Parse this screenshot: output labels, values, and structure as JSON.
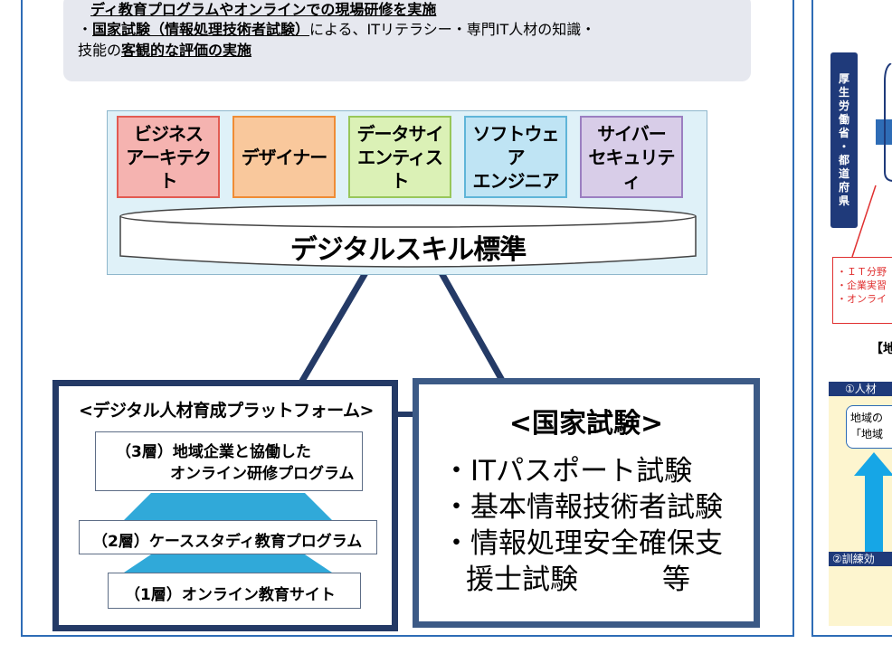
{
  "summary": {
    "line1": "ディ教育プログラムやオンラインでの現場研修を実施",
    "line2_bullet": "・",
    "line2_link": "国家試験（情報処理技術者試験）",
    "line2_rest": "による、ITリテラシー・専門IT人材の知識・",
    "line3_prefix": "技能の",
    "line3_bold": "客観的な評価の実施"
  },
  "skills": {
    "roles": [
      {
        "line1": "ビジネス",
        "line2": "アーキテクト",
        "fill": "#f5b3b0",
        "border": "#e25b52"
      },
      {
        "line1": "デザイナー",
        "line2": "",
        "fill": "#f9c89c",
        "border": "#ef8c35"
      },
      {
        "line1": "データサイ",
        "line2": "エンティスト",
        "fill": "#dbf1b6",
        "border": "#98c75a"
      },
      {
        "line1": "ソフトウェア",
        "line2": "エンジニア",
        "fill": "#bfe4f4",
        "border": "#5fb5d8"
      },
      {
        "line1": "サイバー",
        "line2": "セキュリティ",
        "fill": "#d8cde8",
        "border": "#9b7fc1"
      }
    ],
    "standard_label": "デジタルスキル標準"
  },
  "platform": {
    "title": "<デジタル人材育成プラットフォーム>",
    "layer3_line1": "（3層）地域企業と協働した",
    "layer3_line2": "オンライン研修プログラム",
    "layer2": "（2層）ケーススタディ教育プログラム",
    "layer1": "（1層）オンライン教育サイト"
  },
  "exam": {
    "title": "<国家試験>",
    "items": [
      "・ITパスポート試験",
      "・基本情報技術者試験",
      "・情報処理安全確保支",
      "援士試験　　　等"
    ]
  },
  "right_panel": {
    "vertical_tab": [
      "厚",
      "生",
      "労",
      "働",
      "省",
      "・",
      "都",
      "道",
      "府",
      "県"
    ],
    "red_lines": [
      "・ＩＴ分野",
      "・企業実習",
      "・オンライ"
    ],
    "chi_label": "【地",
    "bar1": "①人材",
    "region_line1": "地域の",
    "region_line2": "「地域",
    "bar2": "②訓練効"
  },
  "colors": {
    "frame_blue": "#2e6cb6",
    "navy": "#243a66",
    "skill_bg": "#dff1f8",
    "summary_bg": "#e6e8ef",
    "arrow_blue": "#16a6e6"
  }
}
